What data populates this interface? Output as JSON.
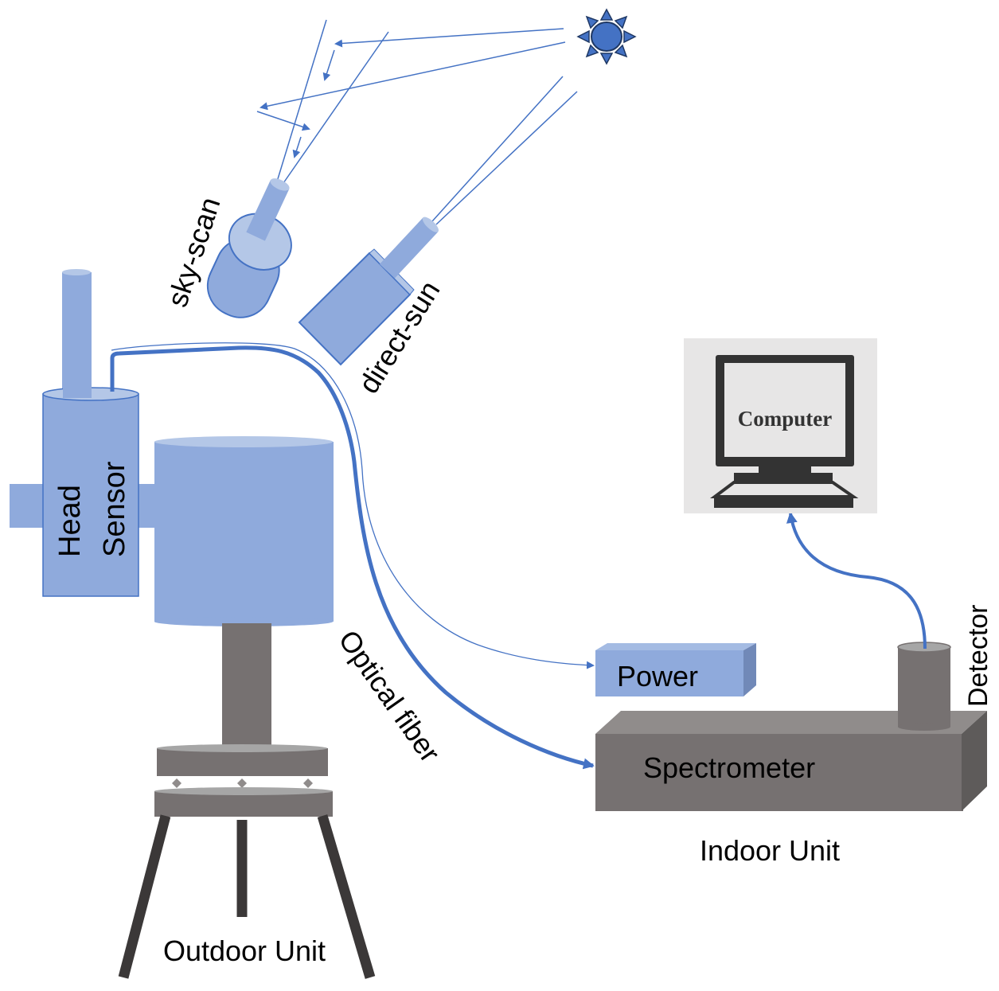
{
  "diagram": {
    "type": "instrument-setup",
    "colors": {
      "device_blue": "#8FAADC",
      "device_blue_light": "#B4C7E7",
      "line_blue": "#4472C4",
      "gray_body": "#767171",
      "gray_light": "#908C8B",
      "leg_dark": "#3B3838",
      "screen_bg": "#E7E6E6",
      "monitor_dark": "#333333"
    },
    "labels": {
      "sky_scan": "sky-scan",
      "direct_sun": "direct-sun",
      "head_sensor_line1": "Head",
      "head_sensor_line2": "Sensor",
      "optical_fiber": "Optical fiber",
      "power": "Power",
      "spectrometer": "Spectrometer",
      "detector": "Detector",
      "computer": "Computer",
      "outdoor_unit": "Outdoor Unit",
      "indoor_unit": "Indoor Unit"
    },
    "icons": {
      "sun": "sun-icon",
      "computer": "monitor-icon"
    }
  }
}
